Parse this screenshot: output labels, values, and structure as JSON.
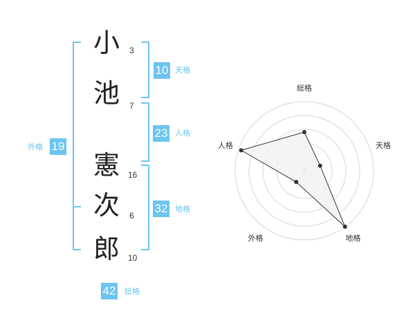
{
  "name_chars": [
    {
      "char": "小",
      "strokes": "3"
    },
    {
      "char": "池",
      "strokes": "7"
    },
    {
      "char": "憲",
      "strokes": "16"
    },
    {
      "char": "次",
      "strokes": "6"
    },
    {
      "char": "郎",
      "strokes": "10"
    }
  ],
  "kaku": {
    "tenkaku": {
      "value": "10",
      "label": "天格"
    },
    "jinkaku": {
      "value": "23",
      "label": "人格"
    },
    "chikaku": {
      "value": "32",
      "label": "地格"
    },
    "gaikaku": {
      "value": "19",
      "label": "外格"
    },
    "soukaku": {
      "value": "42",
      "label": "総格"
    }
  },
  "colors": {
    "accent": "#6cc4f0",
    "text": "#222222",
    "radar_fill": "#f2f2f2",
    "radar_grid": "#d6d6d6"
  },
  "chart_data": {
    "type": "radar",
    "axes": [
      "総格",
      "天格",
      "地格",
      "外格",
      "人格"
    ],
    "scale_max": 5,
    "rings": 5,
    "values": [
      2.8,
      1.2,
      5.0,
      1.0,
      4.8
    ]
  }
}
